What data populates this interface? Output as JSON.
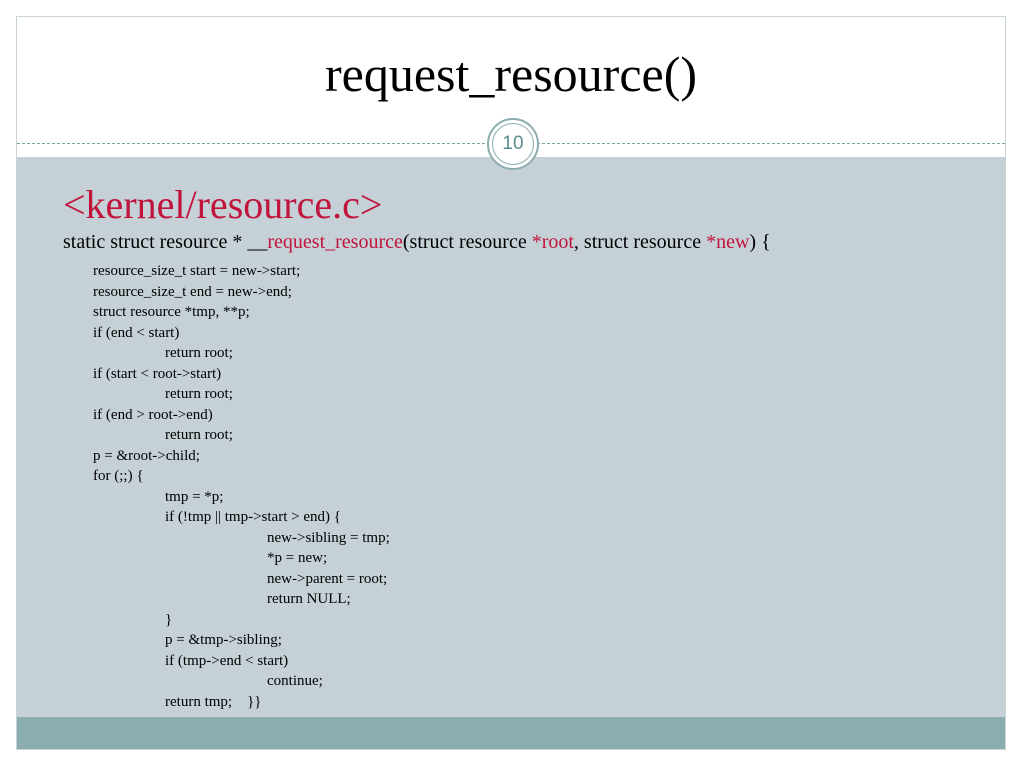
{
  "slide": {
    "title": "request_resource()",
    "page_number": "10"
  },
  "content": {
    "heading": "<kernel/resource.c>",
    "signature": {
      "part1": "static struct resource * __",
      "fn_name": "request_resource",
      "part2": "(struct resource ",
      "param1": "*root",
      "part3": ", struct resource ",
      "param2": "*new",
      "part4": ") {"
    },
    "code_lines": [
      "resource_size_t start = new->start;",
      "resource_size_t end = new->end;",
      "struct resource *tmp, **p;",
      "if (end < start)",
      "return root;",
      "if (start < root->start)",
      "return root;",
      "if (end > root->end)",
      "return root;",
      "p = &root->child;",
      "for (;;) {",
      "tmp = *p;",
      "if (!tmp || tmp->start > end) {",
      "new->sibling = tmp;",
      "*p = new;",
      "new->parent = root;",
      "return NULL;",
      "}",
      "p = &tmp->sibling;",
      "if (tmp->end < start)",
      "continue;",
      "return tmp;    }}"
    ]
  },
  "colors": {
    "accent_red": "#c0143c",
    "content_bg": "#c5d1d7",
    "footer_bar": "#8cadb0"
  }
}
